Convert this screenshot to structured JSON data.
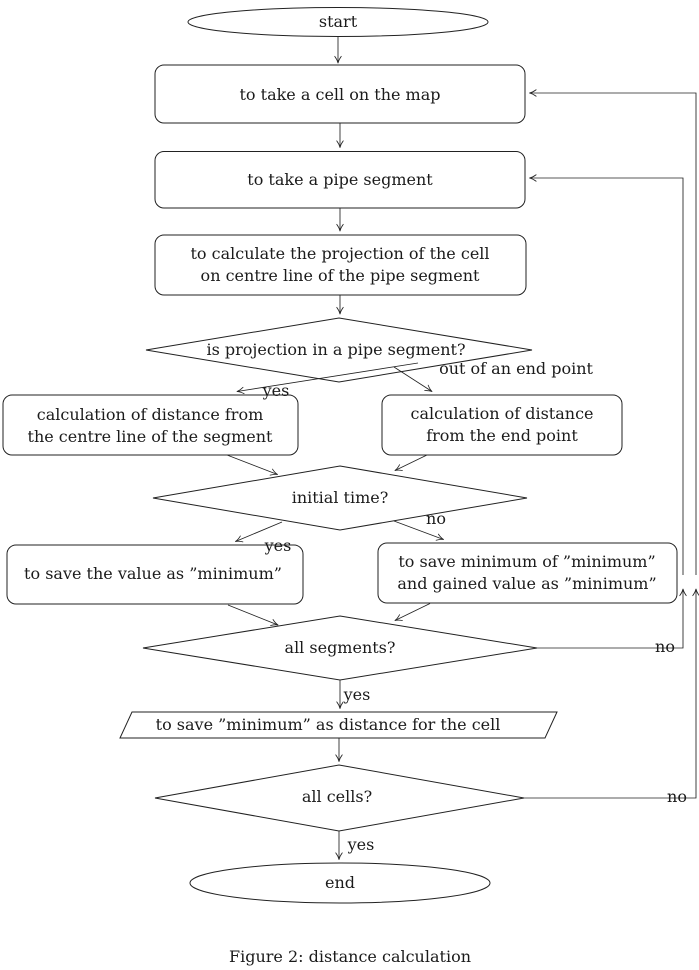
{
  "figure": {
    "caption": "Figure 2: distance calculation"
  },
  "flowchart": {
    "nodes": {
      "start": "start",
      "take_cell": "to take a cell on the map",
      "take_segment": "to take a pipe segment",
      "calc_projection": {
        "line1": "to calculate the projection of the cell",
        "line2": "on centre line of the pipe segment"
      },
      "projection_check": "is projection in a pipe segment?",
      "dist_centre": {
        "line1": "calculation of distance from",
        "line2": "the centre line of the segment"
      },
      "dist_endpoint": {
        "line1": "calculation of distance",
        "line2": "from the end point"
      },
      "initial_time": "initial time?",
      "save_value": "to save the value as ”minimum”",
      "save_min": {
        "line1": "to save minimum of ”minimum”",
        "line2": "and gained value as ”minimum”"
      },
      "all_segments": "all segments?",
      "save_distance": "to save ”minimum” as distance for the cell",
      "all_cells": "all cells?",
      "end": "end"
    },
    "labels": {
      "projection_yes": "yes",
      "projection_no": "out of an end point",
      "initial_yes": "yes",
      "initial_no": "no",
      "segments_yes": "yes",
      "segments_no": "no",
      "cells_yes": "yes",
      "cells_no": "no"
    }
  },
  "colors": {
    "ink": "#222222",
    "background": "#ffffff"
  }
}
